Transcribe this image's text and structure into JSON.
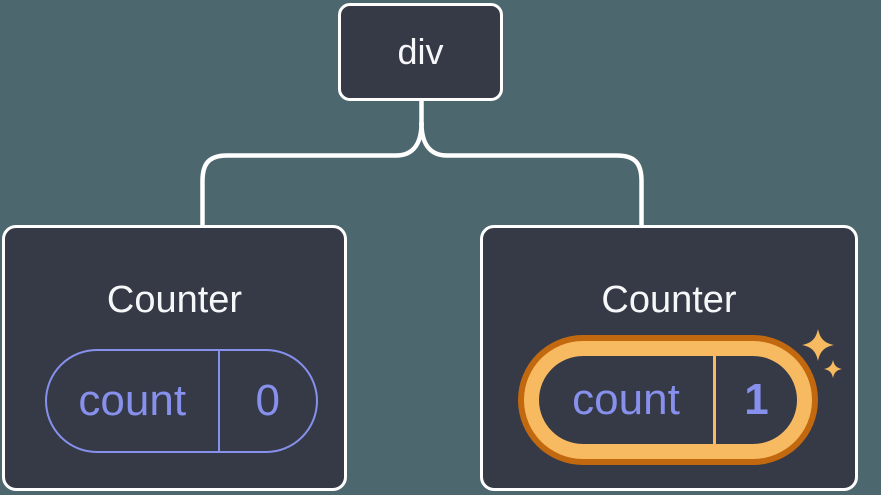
{
  "diagram": {
    "root_node": {
      "label": "div"
    },
    "components": [
      {
        "title": "Counter",
        "state": {
          "key": "count",
          "value": "0"
        },
        "highlighted": false
      },
      {
        "title": "Counter",
        "state": {
          "key": "count",
          "value": "1"
        },
        "highlighted": true
      }
    ]
  },
  "icons": {
    "highlight_decoration": "sparkle-icon"
  },
  "colors": {
    "background": "#4d676e",
    "node_background": "#353a46",
    "line": "#ffffff",
    "text_primary": "#f6f7f9",
    "state_purple": "#8790ec",
    "highlight_orange_light": "#f8ba61",
    "highlight_orange_dark": "#c2690f"
  }
}
